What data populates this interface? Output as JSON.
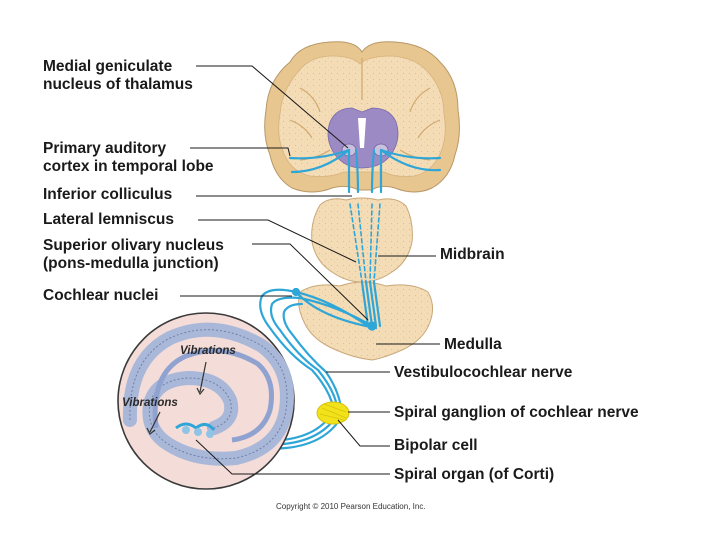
{
  "labels_left": {
    "medial_geniculate_line1": "Medial geniculate",
    "medial_geniculate_line2": "nucleus of thalamus",
    "primary_auditory_line1": "Primary auditory",
    "primary_auditory_line2": "cortex in temporal lobe",
    "inferior_colliculus": "Inferior colliculus",
    "lateral_lemniscus": "Lateral lemniscus",
    "superior_olivary_line1": "Superior olivary nucleus",
    "superior_olivary_line2": "(pons-medulla junction)",
    "cochlear_nuclei": "Cochlear nuclei"
  },
  "labels_right": {
    "midbrain": "Midbrain",
    "medulla": "Medulla",
    "vestibulocochlear_nerve": "Vestibulocochlear nerve",
    "spiral_ganglion": "Spiral ganglion of cochlear nerve",
    "bipolar_cell": "Bipolar cell",
    "spiral_organ": "Spiral organ (of Corti)"
  },
  "cochlea_labels": {
    "vibrations_top": "Vibrations",
    "vibrations_left": "Vibrations"
  },
  "copyright": "Copyright © 2010 Pearson Education, Inc.",
  "colors": {
    "pathway": "#2fa6d8",
    "tissue": "#f3dcb6",
    "tissue_dark": "#e2c08d",
    "thalamus": "#9b8ac4",
    "ganglion": "#f2e21a",
    "cochlea_bg": "#f4dcd8",
    "cochlea_duct": "#b8c6e2"
  }
}
